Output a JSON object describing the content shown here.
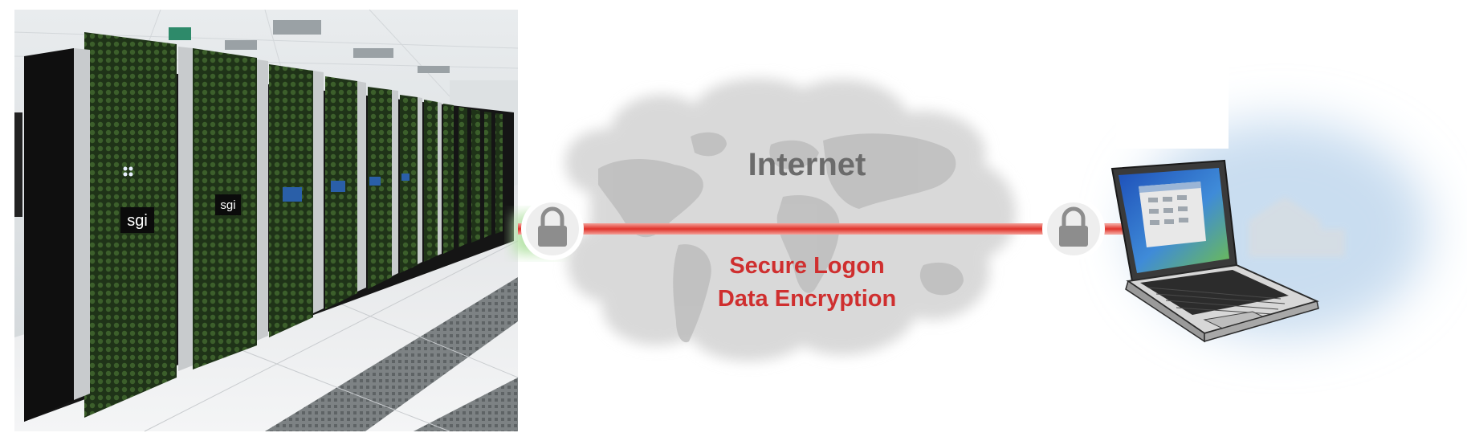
{
  "diagram": {
    "cloud_label": "Internet",
    "connection_labels": [
      "Secure Logon",
      "Data Encryption"
    ],
    "server_brand": "sgi"
  },
  "colors": {
    "link_red": "#e0332b",
    "label_red": "#cf2f2f",
    "cloud_gray": "#d9d9d9",
    "continent_gray": "#bdbdbd",
    "cabinet_green": "#2f4a22",
    "glow_blue": "#c9ddf0"
  },
  "icons": {
    "left_endpoint": "lock-icon",
    "right_endpoint": "lock-icon",
    "client": "laptop-icon",
    "home": "house-icon",
    "server_room": "server-rack-photo"
  }
}
